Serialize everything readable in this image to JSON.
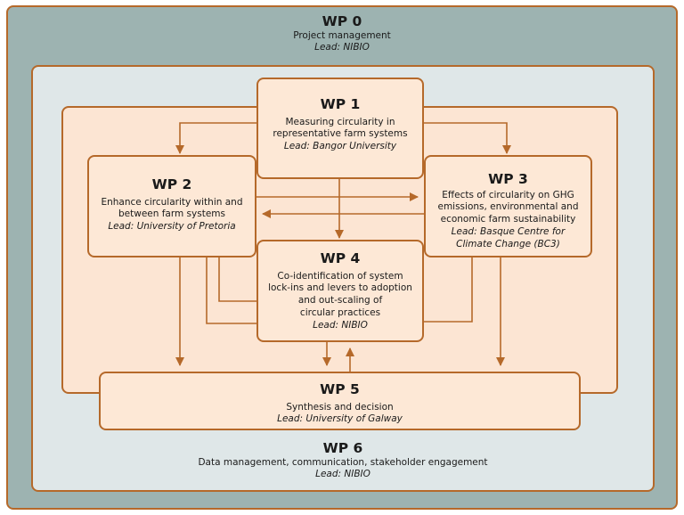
{
  "wp0": {
    "title": "WP 0",
    "description": "Project management",
    "lead": "Lead: NIBIO"
  },
  "wp1": {
    "title": "WP 1",
    "description_lines": [
      "Measuring circularity in",
      "representative farm systems"
    ],
    "lead": "Lead: Bangor University"
  },
  "wp2": {
    "title": "WP 2",
    "description_lines": [
      "Enhance circularity within and",
      "between farm systems"
    ],
    "lead": "Lead: University of Pretoria"
  },
  "wp3": {
    "title": "WP 3",
    "description_lines": [
      "Effects of circularity on GHG",
      "emissions, environmental and",
      "economic farm sustainability"
    ],
    "lead_lines": [
      "Lead: Basque Centre for",
      "Climate Change (BC3)"
    ]
  },
  "wp4": {
    "title": "WP 4",
    "description_lines": [
      "Co-identification of system",
      "lock-ins and levers to adoption",
      "and out-scaling of",
      "circular practices"
    ],
    "lead": "Lead: NIBIO"
  },
  "wp5": {
    "title": "WP 5",
    "description": "Synthesis and decision",
    "lead": "Lead: University of Galway"
  },
  "wp6": {
    "title": "WP 6",
    "description": "Data management, communication, stakeholder engagement",
    "lead": "Lead: NIBIO"
  },
  "colors": {
    "outer": "#9db3b1",
    "middle": "#dfe7e8",
    "inner": "#fce5d3",
    "card": "#fde8d6",
    "stroke": "#b5692a"
  }
}
